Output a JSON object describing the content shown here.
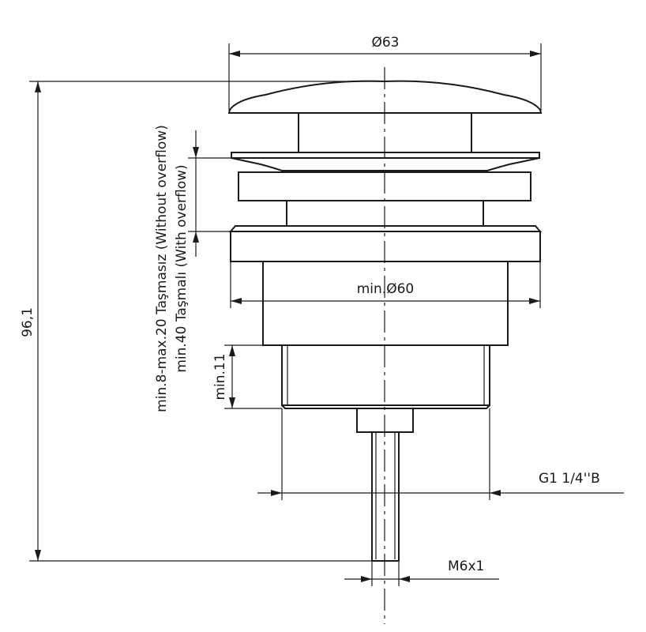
{
  "dimensions": {
    "top_diameter": "Ø63",
    "body_diameter": "min.Ø60",
    "total_height": "96,1",
    "thread_length": "min.11",
    "thread": "G1 1/4''B",
    "rod_thread": "M6x1"
  },
  "notes": {
    "without_overflow": "min.8-max.20 Taşmasız (Without overflow)",
    "with_overflow": "min.40 Taşmalı (With overflow)"
  }
}
